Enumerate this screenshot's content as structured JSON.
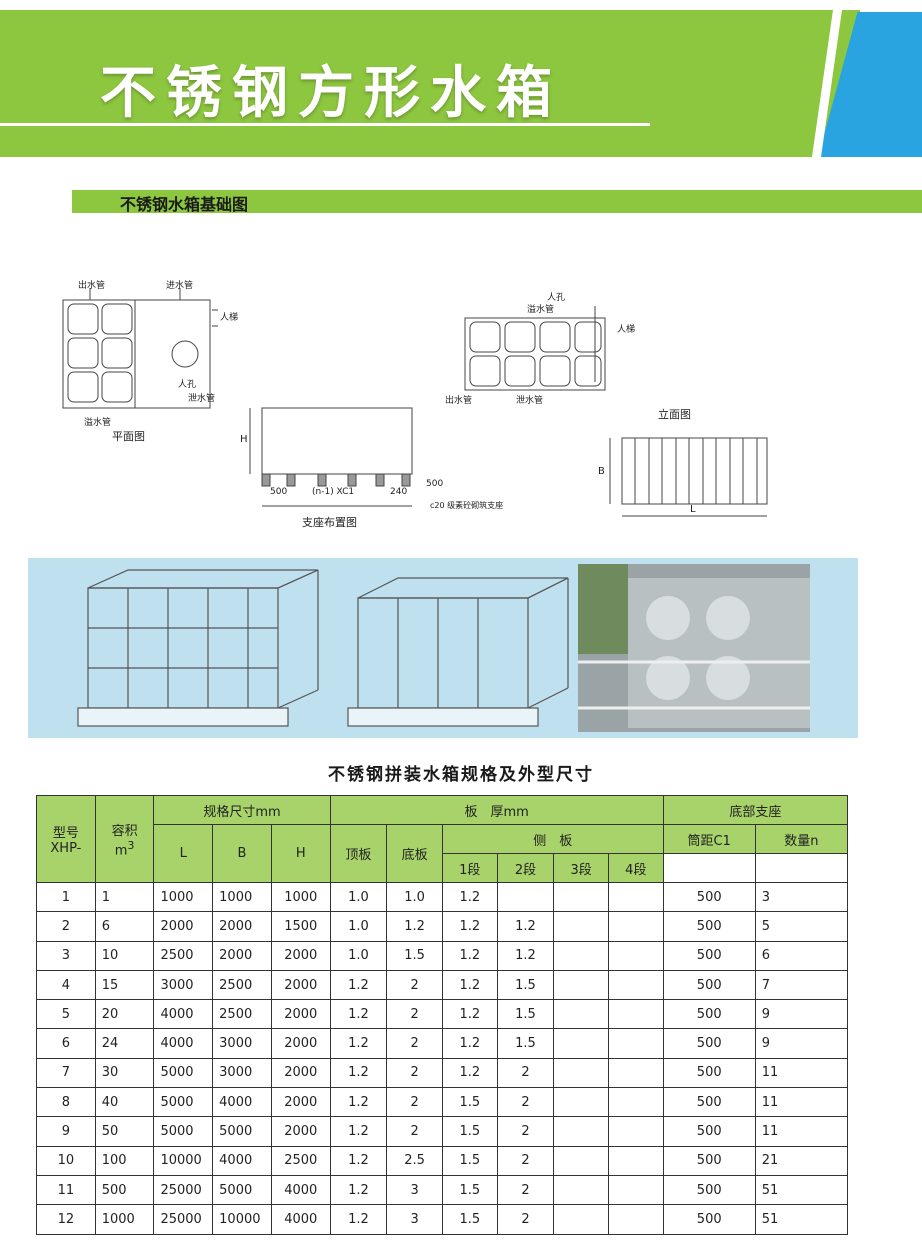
{
  "header": {
    "title": "不锈钢方形水箱"
  },
  "section": {
    "title": "不锈钢水箱基础图"
  },
  "drawings": {
    "plan": {
      "outlet": "出水管",
      "inlet": "进水管",
      "ladder": "人梯",
      "manhole": "人孔",
      "drain": "泄水管",
      "overflow": "溢水管",
      "caption": "平面图"
    },
    "support": {
      "h": "H",
      "dim1": "500",
      "dim2": "(n-1) XC1",
      "dim3": "240",
      "dim4": "500",
      "note": "c20 级素砼砌筑支座",
      "caption": "支座布置图"
    },
    "iso": {
      "manhole": "人孔",
      "overflow": "溢水管",
      "ladder": "人梯",
      "outlet": "出水管",
      "drain": "泄水管"
    },
    "elevation": {
      "caption": "立面图",
      "b": "B",
      "l": "L"
    }
  },
  "table": {
    "title": "不锈钢拼装水箱规格及外型尺寸",
    "headers": {
      "model": "型号",
      "model2": "XHP-",
      "volume": "容积",
      "volume_unit": "m",
      "size": "规格尺寸mm",
      "L": "L",
      "B": "B",
      "H": "H",
      "thickness": "板　厚mm",
      "top": "顶板",
      "bottom": "底板",
      "side": "侧　板",
      "s1": "1段",
      "s2": "2段",
      "s3": "3段",
      "s4": "4段",
      "support": "底部支座",
      "pitch": "筒距C1",
      "count": "数量n"
    },
    "rows": [
      [
        "1",
        "1",
        "1000",
        "1000",
        "1000",
        "1.0",
        "1.0",
        "1.2",
        "",
        "",
        "",
        "500",
        "3"
      ],
      [
        "2",
        "6",
        "2000",
        "2000",
        "1500",
        "1.0",
        "1.2",
        "1.2",
        "1.2",
        "",
        "",
        "500",
        "5"
      ],
      [
        "3",
        "10",
        "2500",
        "2000",
        "2000",
        "1.0",
        "1.5",
        "1.2",
        "1.2",
        "",
        "",
        "500",
        "6"
      ],
      [
        "4",
        "15",
        "3000",
        "2500",
        "2000",
        "1.2",
        "2",
        "1.2",
        "1.5",
        "",
        "",
        "500",
        "7"
      ],
      [
        "5",
        "20",
        "4000",
        "2500",
        "2000",
        "1.2",
        "2",
        "1.2",
        "1.5",
        "",
        "",
        "500",
        "9"
      ],
      [
        "6",
        "24",
        "4000",
        "3000",
        "2000",
        "1.2",
        "2",
        "1.2",
        "1.5",
        "",
        "",
        "500",
        "9"
      ],
      [
        "7",
        "30",
        "5000",
        "3000",
        "2000",
        "1.2",
        "2",
        "1.2",
        "2",
        "",
        "",
        "500",
        "11"
      ],
      [
        "8",
        "40",
        "5000",
        "4000",
        "2000",
        "1.2",
        "2",
        "1.5",
        "2",
        "",
        "",
        "500",
        "11"
      ],
      [
        "9",
        "50",
        "5000",
        "5000",
        "2000",
        "1.2",
        "2",
        "1.5",
        "2",
        "",
        "",
        "500",
        "11"
      ],
      [
        "10",
        "100",
        "10000",
        "4000",
        "2500",
        "1.2",
        "2.5",
        "1.5",
        "2",
        "",
        "",
        "500",
        "21"
      ],
      [
        "11",
        "500",
        "25000",
        "5000",
        "4000",
        "1.2",
        "3",
        "1.5",
        "2",
        "",
        "",
        "500",
        "51"
      ],
      [
        "12",
        "1000",
        "25000",
        "10000",
        "4000",
        "1.2",
        "3",
        "1.5",
        "2",
        "",
        "",
        "500",
        "51"
      ]
    ]
  }
}
